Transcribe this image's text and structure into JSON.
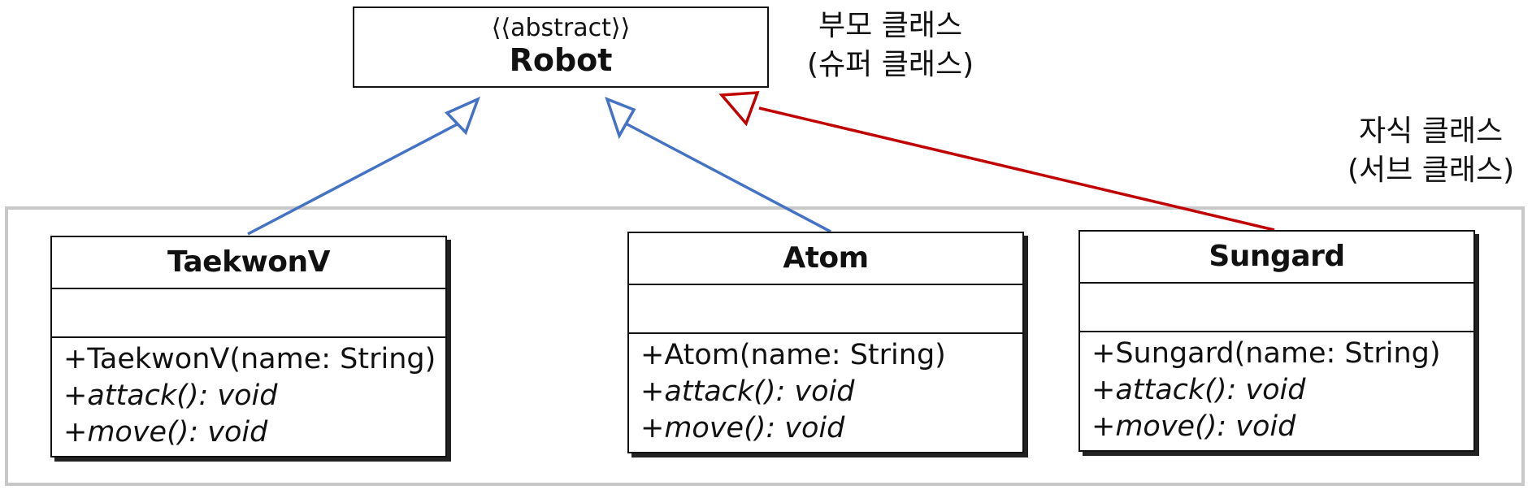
{
  "parent_class": {
    "stereotype": "⟨⟨abstract⟩⟩",
    "name": "Robot"
  },
  "notes": {
    "parent_line1": "부모 클래스",
    "parent_line2": "(슈퍼 클래스)",
    "child_line1": "자식 클래스",
    "child_line2": "(서브 클래스)"
  },
  "classes": [
    {
      "name": "TaekwonV",
      "operations": [
        "+TaekwonV(name: String)",
        "+attack(): void",
        "+move(): void"
      ]
    },
    {
      "name": "Atom",
      "operations": [
        "+Atom(name: String)",
        "+attack(): void",
        "+move(): void"
      ]
    },
    {
      "name": "Sungard",
      "operations": [
        "+Sungard(name: String)",
        "+attack(): void",
        "+move(): void"
      ]
    }
  ],
  "colors": {
    "inherit_blue": "#4472c4",
    "inherit_red": "#c00000"
  }
}
